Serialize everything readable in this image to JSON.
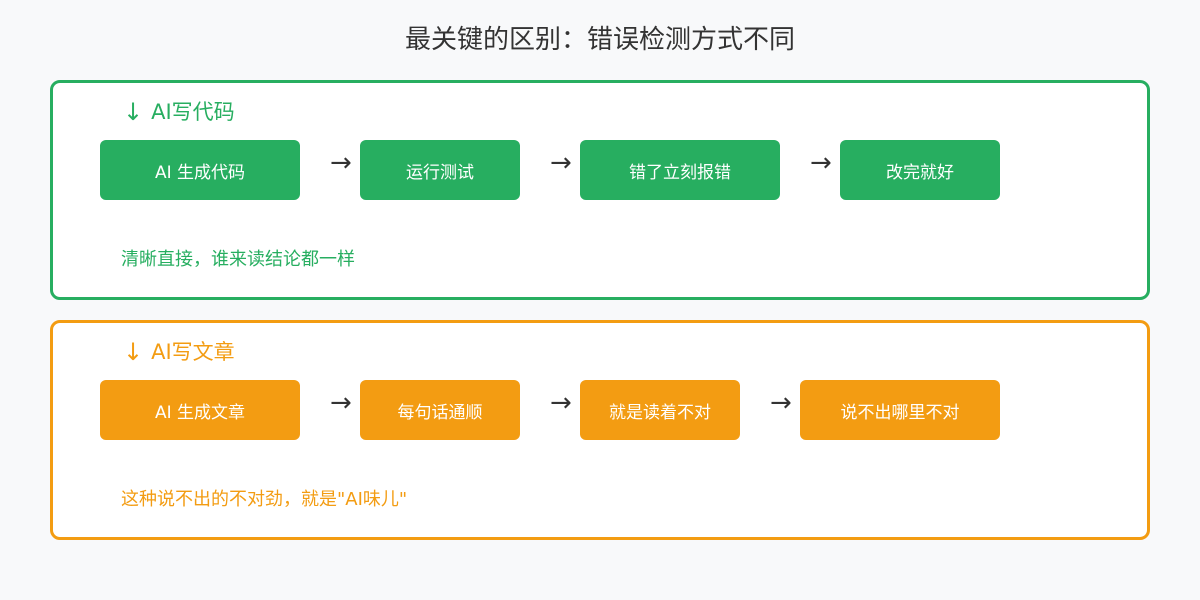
{
  "title": "最关键的区别：错误检测方式不同",
  "colors": {
    "code_accent": "#27ae60",
    "article_accent": "#f39c12",
    "arrow": "#333333",
    "title": "#333333"
  },
  "code_section": {
    "heading_icon": "down-arrow-icon",
    "heading": "AI写代码",
    "steps": [
      "AI 生成代码",
      "运行测试",
      "错了立刻报错",
      "改完就好"
    ],
    "note": "清晰直接，谁来读结论都一样"
  },
  "article_section": {
    "heading_icon": "down-arrow-icon",
    "heading": "AI写文章",
    "steps": [
      "AI 生成文章",
      "每句话通顺",
      "就是读着不对",
      "说不出哪里不对"
    ],
    "note": "这种说不出的不对劲，就是\"AI味儿\""
  }
}
